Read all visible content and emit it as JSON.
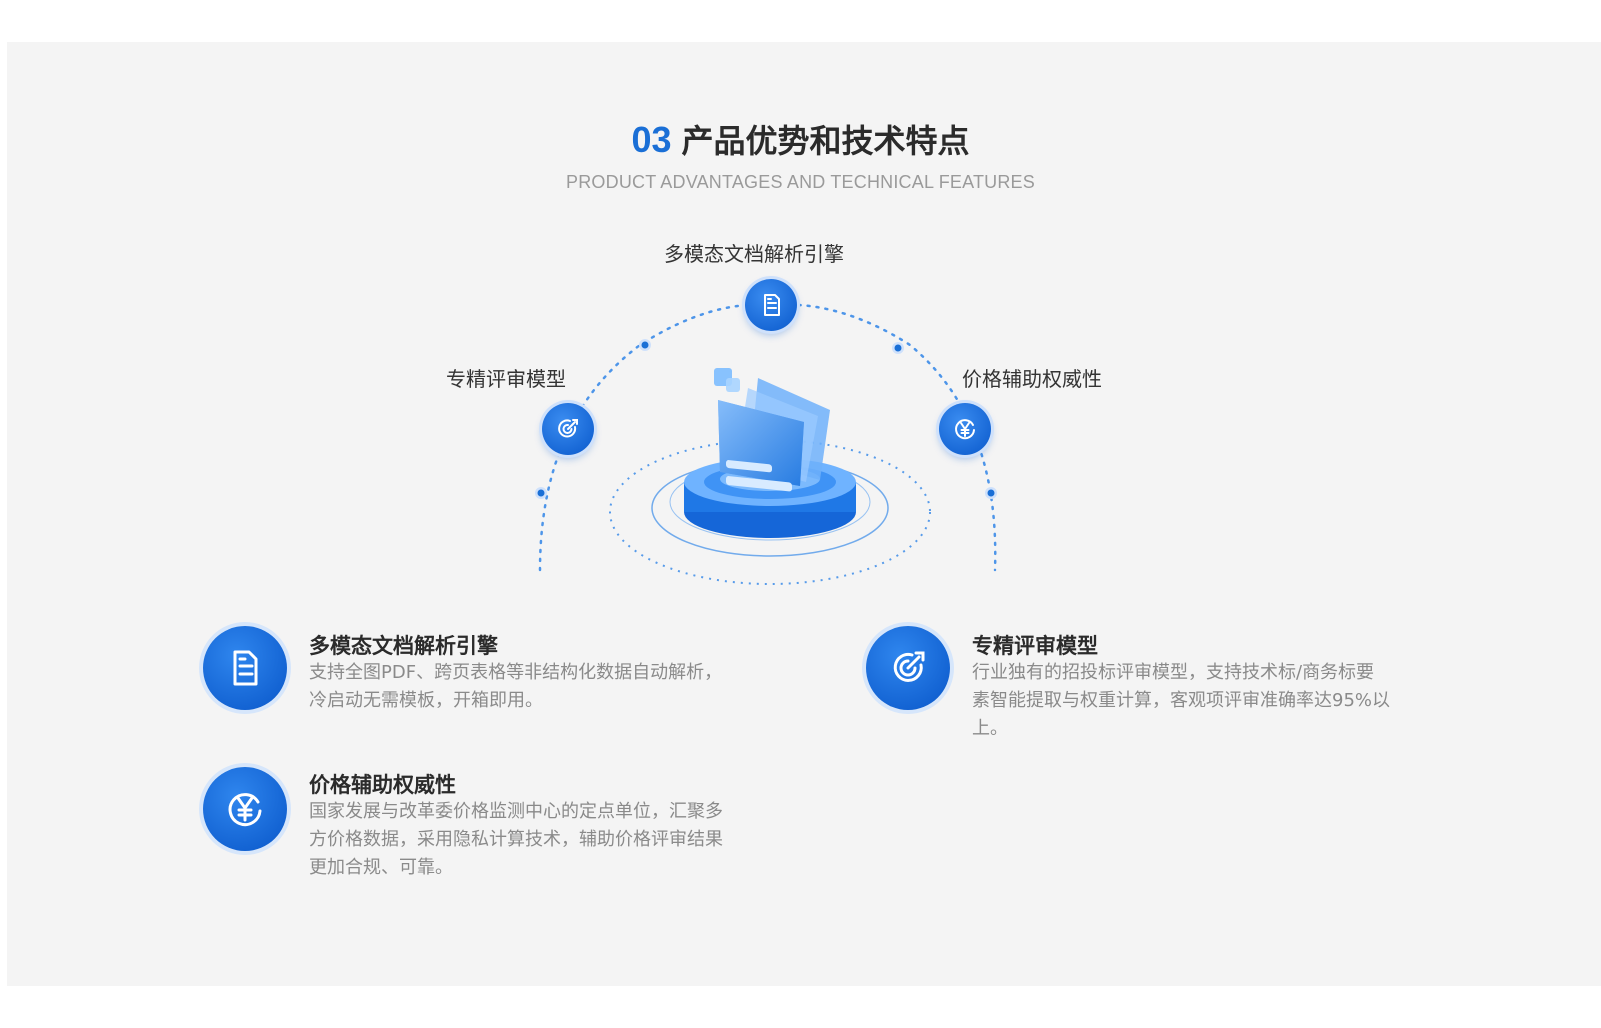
{
  "heading": {
    "number": "03",
    "title": "产品优势和技术特点",
    "subtitle": "PRODUCT ADVANTAGES AND TECHNICAL FEATURES"
  },
  "orbit": {
    "top_label": "多模态文档解析引擎",
    "left_label": "专精评审模型",
    "right_label": "价格辅助权威性"
  },
  "features": [
    {
      "icon": "document-icon",
      "title": "多模态文档解析引擎",
      "desc": "支持全图PDF、跨页表格等非结构化数据自动解析，冷启动无需模板，开箱即用。"
    },
    {
      "icon": "target-icon",
      "title": "专精评审模型",
      "desc": "行业独有的招投标评审模型，支持技术标/商务标要素智能提取与权重计算，客观项评审准确率达95%以上。"
    },
    {
      "icon": "yen-icon",
      "title": "价格辅助权威性",
      "desc": "国家发展与改革委价格监测中心的定点单位，汇聚多方价格数据，采用隐私计算技术，辅助价格评审结果更加合规、可靠。"
    }
  ],
  "colors": {
    "accent": "#1a6fd6",
    "panel": "#f4f4f4",
    "title": "#2b2b2b",
    "desc": "#8a8a8a"
  }
}
